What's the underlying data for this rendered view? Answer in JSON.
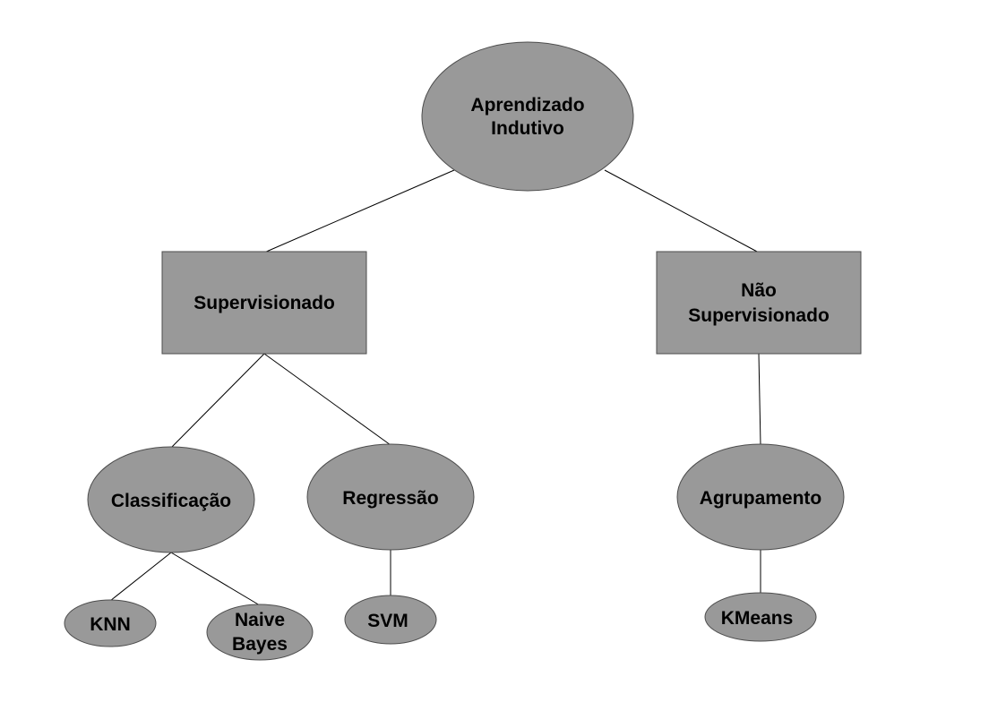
{
  "diagram": {
    "nodes": {
      "root": {
        "lines": [
          "Aprendizado",
          "Indutivo"
        ]
      },
      "supervised": {
        "lines": [
          "Supervisionado"
        ]
      },
      "unsupervised": {
        "lines": [
          "Não",
          "Supervisionado"
        ]
      },
      "classification": {
        "lines": [
          "Classificação"
        ]
      },
      "regression": {
        "lines": [
          "Regressão"
        ]
      },
      "clustering": {
        "lines": [
          "Agrupamento"
        ]
      },
      "knn": {
        "lines": [
          "KNN"
        ]
      },
      "naive_bayes": {
        "lines": [
          "Naive",
          "Bayes"
        ]
      },
      "svm": {
        "lines": [
          "SVM"
        ]
      },
      "kmeans": {
        "lines": [
          "KMeans"
        ]
      }
    },
    "edges": [
      [
        "root",
        "supervised"
      ],
      [
        "root",
        "unsupervised"
      ],
      [
        "supervised",
        "classification"
      ],
      [
        "supervised",
        "regression"
      ],
      [
        "unsupervised",
        "clustering"
      ],
      [
        "classification",
        "knn"
      ],
      [
        "classification",
        "naive_bayes"
      ],
      [
        "regression",
        "svm"
      ],
      [
        "clustering",
        "kmeans"
      ]
    ]
  }
}
